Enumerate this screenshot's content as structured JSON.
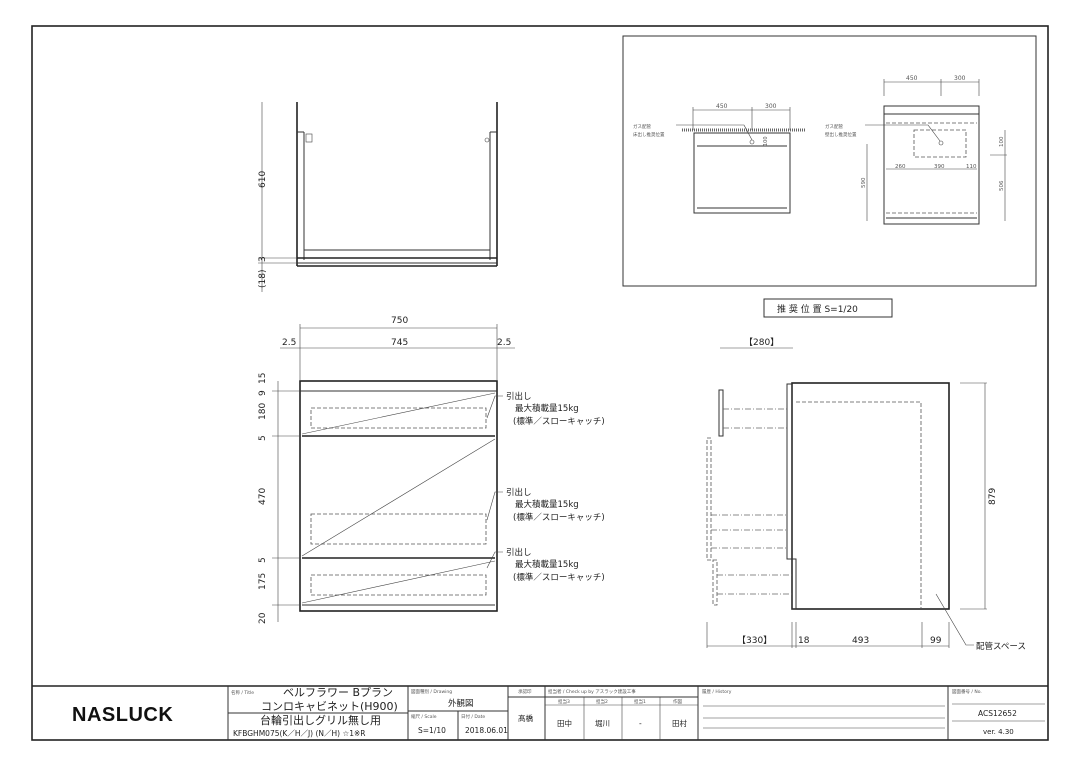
{
  "top_view": {
    "dim_610": "610",
    "dim_3": "3",
    "dim_18": "(18)"
  },
  "front_view": {
    "dim_750": "750",
    "dim_745": "745",
    "dim_2_5_left": "2.5",
    "dim_2_5_right": "2.5",
    "dims_left": [
      "15",
      "9",
      "180",
      "5",
      "470",
      "5",
      "175",
      "20"
    ],
    "drawers": [
      {
        "title": "引出し",
        "load": "最大積載量15kg",
        "note": "(標準／スローキャッチ)"
      },
      {
        "title": "引出し",
        "load": "最大積載量15kg",
        "note": "(標準／スローキャッチ)"
      },
      {
        "title": "引出し",
        "load": "最大積載量15kg",
        "note": "(標準／スローキャッチ)"
      }
    ]
  },
  "side_view": {
    "dim_280": "【280】",
    "dim_330": "【330】",
    "dim_18": "18",
    "dim_493": "493",
    "dim_99": "99",
    "dim_879": "879",
    "pipe_space": "配管スペース"
  },
  "recommend": {
    "caption": "推 奨 位 置  S=1/20",
    "left": {
      "label1": "ガス配管",
      "label2": "床出し推奨位置",
      "dim_450": "450",
      "dim_300": "300",
      "dim_100": "100"
    },
    "right": {
      "label1": "ガス配管",
      "label2": "壁出し推奨位置",
      "dim_450": "450",
      "dim_300": "300",
      "dim_260": "260",
      "dim_390": "390",
      "dim_110": "110",
      "dim_100": "100",
      "dim_590": "590",
      "dim_506": "506"
    }
  },
  "title_block": {
    "logo": "NASLUCK",
    "title_label": "名称 / Title",
    "title_line1": "ベルフラワー  Bプラン",
    "title_line2": "コンロキャビネット(H900)",
    "title_line3": "台輪引出しグリル無し用",
    "title_line4": "KFBGHM075(K／H／J) (N／H) ☆1※R",
    "drawing_label": "図面種別 / Drawing",
    "drawing": "外観図",
    "scale_label": "縮尺 / Scale",
    "scale": "S=1/10",
    "date_label": "日付 / Date",
    "date": "2018.06.01",
    "approval_label": "承認印",
    "approver": "髙橋",
    "check_label": "担当者 / Check up by アスラック建設工事",
    "check_headers": [
      "担当3",
      "担当2",
      "担当1",
      "作図"
    ],
    "check_names": [
      "田中",
      "堀川",
      "-",
      "田村"
    ],
    "history_label": "履歴 / History",
    "no_label": "図面番号 / No.",
    "number": "ACS12652",
    "version": "ver. 4.30"
  }
}
